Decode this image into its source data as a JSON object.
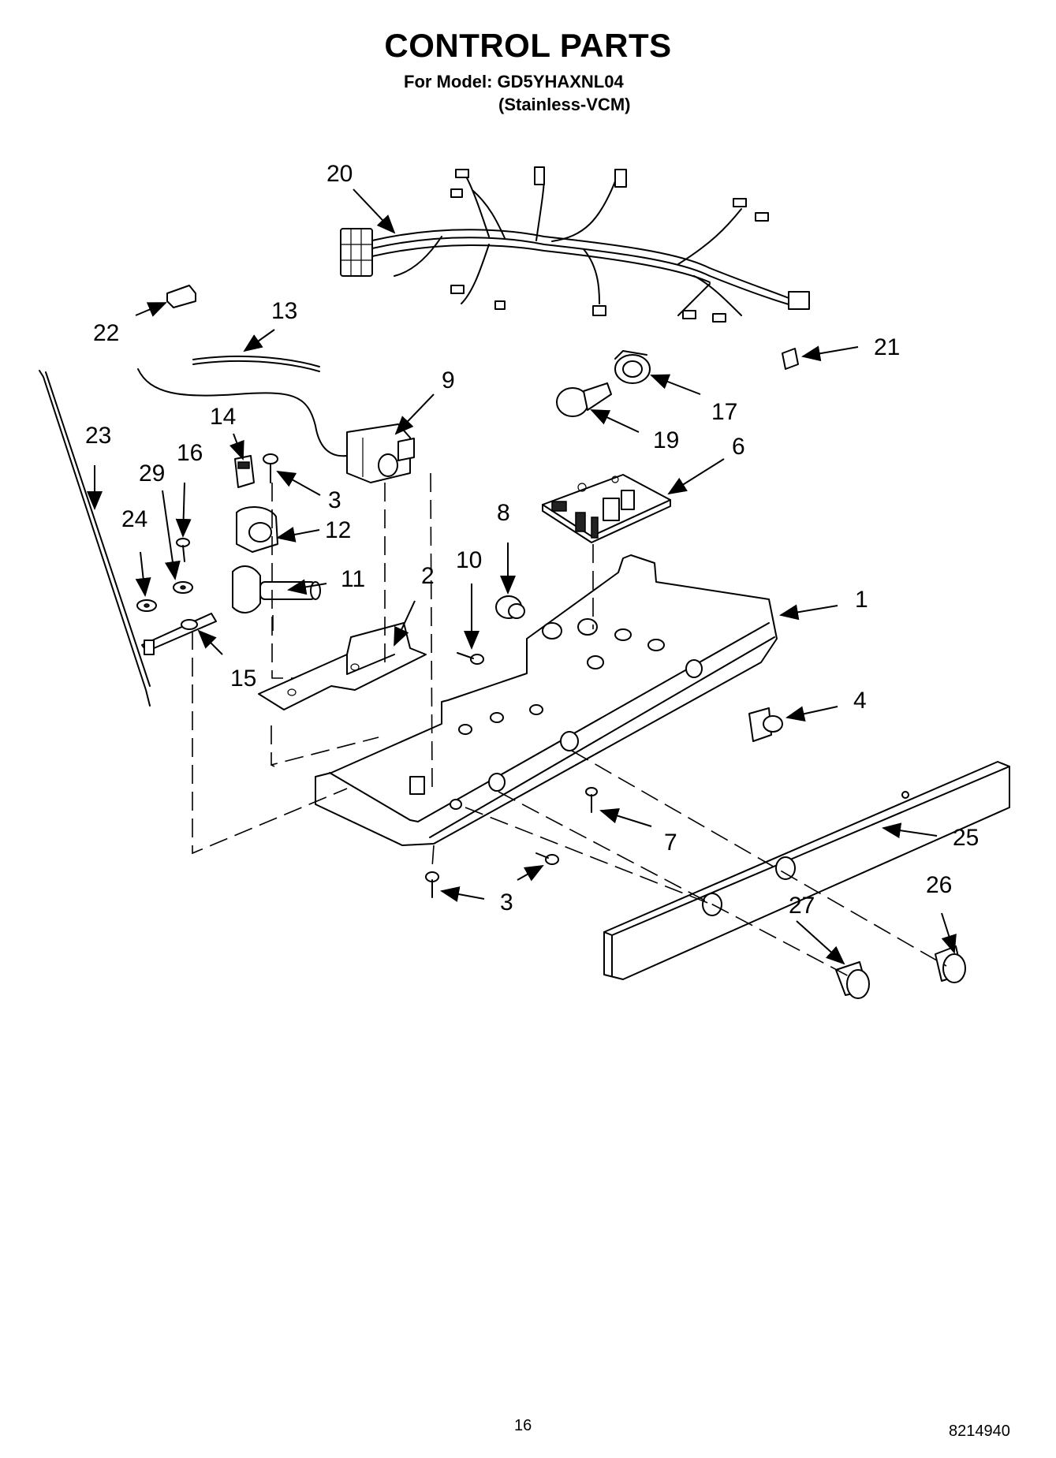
{
  "header": {
    "title": "CONTROL PARTS",
    "model_line": "For Model: GD5YHAXNL04",
    "variant_line": "(Stainless-VCM)"
  },
  "callouts": {
    "c1": "1",
    "c2": "2",
    "c3a": "3",
    "c3b": "3",
    "c4": "4",
    "c6": "6",
    "c7": "7",
    "c8": "8",
    "c9": "9",
    "c10": "10",
    "c11": "11",
    "c12": "12",
    "c13": "13",
    "c14": "14",
    "c15": "15",
    "c16": "16",
    "c17": "17",
    "c19": "19",
    "c20": "20",
    "c21": "21",
    "c22": "22",
    "c23": "23",
    "c24": "24",
    "c25": "25",
    "c26": "26",
    "c27": "27",
    "c29": "29"
  },
  "footer": {
    "page_number": "16",
    "document_number": "8214940"
  }
}
